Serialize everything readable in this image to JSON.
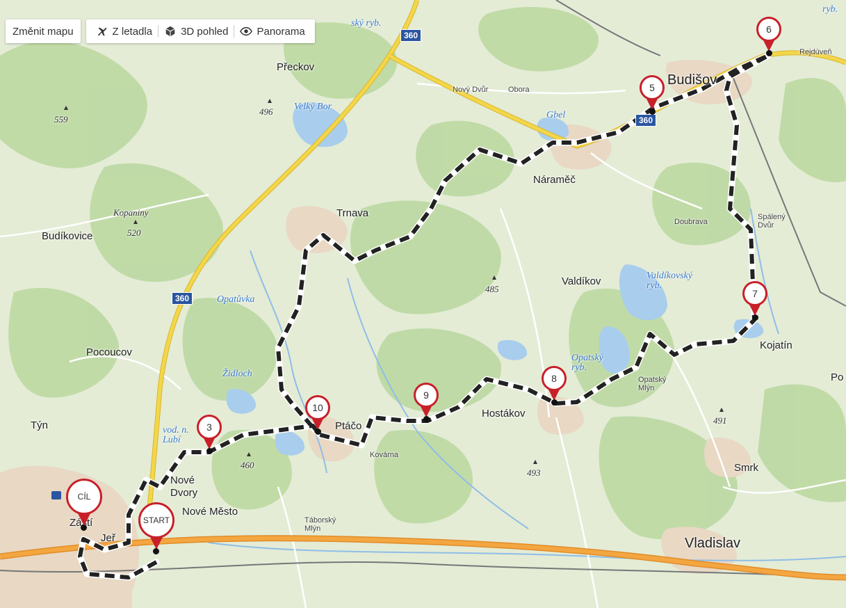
{
  "toolbar": {
    "change_map": "Změnit mapu",
    "aerial": "Z letadla",
    "view3d": "3D pohled",
    "panorama": "Panorama"
  },
  "places": {
    "preckov": "Přeckov",
    "budisov": "Budišov",
    "rejduven": "Rejdúveň",
    "novy_dvur": "Nový Dvůr",
    "obora": "Obora",
    "naramec": "Náraměč",
    "trnava": "Trnava",
    "budikovice": "Budíkovice",
    "doubrava": "Doubrava",
    "spaleny_dvur": "Spálený Dvůr",
    "valdikov": "Valdíkov",
    "kojatin": "Kojatín",
    "pocoucov": "Pocoucov",
    "po": "Po",
    "opatsky_mlyn": "Opatský Mlýn",
    "hostakov": "Hostákov",
    "ptacov": "Ptáčo",
    "kovarna": "Kovárna",
    "tyn": "Týn",
    "nove_dvory": "Nové Dvory",
    "nove_mesto": "Nové Město",
    "taborsky_mlyn": "Táborský Mlýn",
    "smrk": "Smrk",
    "vladislav": "Vladislav",
    "zastit": "Zástí",
    "jeri": "Jeř"
  },
  "water": {
    "velky_bor": "Velký Bor",
    "gbel": "Gbel",
    "opatuvka": "Opatůvka",
    "valdikovsky": "Valdíkovský ryb.",
    "opatsky": "Opatský ryb.",
    "zidloch": "Židloch",
    "vod_lubi": "vod. n. Lubí",
    "sky_ryb": "ský ryb.",
    "ryb_top": "ryb."
  },
  "hills": {
    "h559": "559",
    "h496": "496",
    "kopaniny": "Kopaniny",
    "h520": "520",
    "h485": "485",
    "h460": "460",
    "h491": "491",
    "h493": "493"
  },
  "roads": {
    "r360a": "360",
    "r360b": "360",
    "r360c": "360"
  },
  "pins": {
    "p3": "3",
    "p5": "5",
    "p6": "6",
    "p7": "7",
    "p8": "8",
    "p9": "9",
    "p10": "10",
    "cil": "CÍL",
    "start": "START"
  },
  "colors": {
    "route": "#222222",
    "pin_red": "#c8202a",
    "road_yellow": "#f3d64a",
    "road_orange": "#f4a640",
    "water": "#a9cdec",
    "forest": "#b9d89e"
  }
}
